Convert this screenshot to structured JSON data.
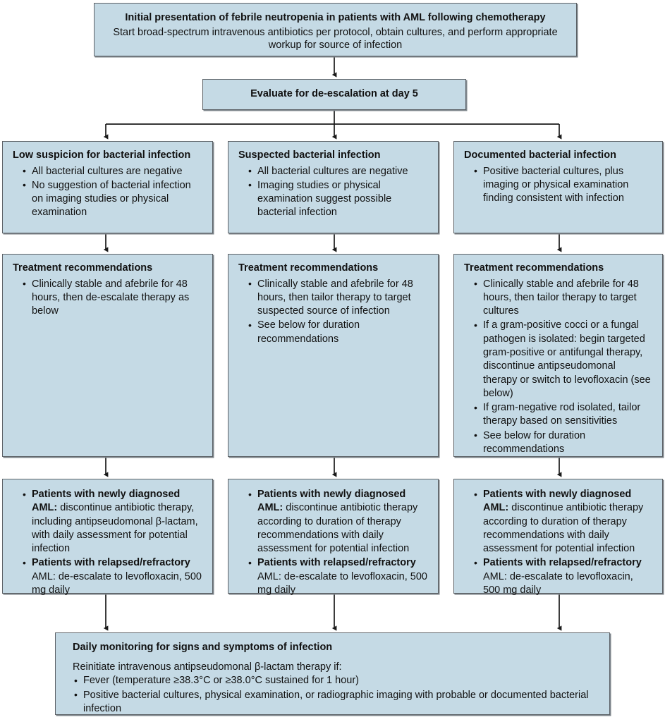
{
  "figure": {
    "kind": "clinical-algorithm-flowchart",
    "colors": {
      "box_fill": "#c5dae5",
      "box_border": "#5c6166",
      "connector": "#1a1a1a",
      "text": "#111111",
      "page_background": "#ffffff"
    }
  },
  "nodes": {
    "initial": {
      "title": "Initial presentation of febrile neutropenia in patients with AML following chemotherapy",
      "body": "Start broad-spectrum intravenous antibiotics per protocol, obtain cultures, and perform appropriate workup for source of infection"
    },
    "evaluate": {
      "title": "Evaluate for de-escalation at day 5"
    },
    "low_suspicion": {
      "title": "Low suspicion for bacterial infection",
      "bullets": [
        "All bacterial cultures are negative",
        "No suggestion of bacterial infection on imaging studies or physical examination"
      ]
    },
    "suspected": {
      "title": "Suspected bacterial infection",
      "bullets": [
        "All bacterial cultures are negative",
        "Imaging studies or physical examination suggest possible bacterial infection"
      ]
    },
    "documented": {
      "title": "Documented bacterial infection",
      "bullets": [
        "Positive bacterial cultures, plus imaging or physical examination finding consistent with infection"
      ]
    },
    "tx_low": {
      "title": "Treatment recommendations",
      "bullets": [
        "Clinically stable and afebrile for 48 hours, then de-escalate therapy as below"
      ]
    },
    "tx_suspected": {
      "title": "Treatment recommendations",
      "bullets": [
        "Clinically stable and afebrile for 48 hours, then tailor therapy to target suspected source of infection",
        "See below for duration recommendations"
      ]
    },
    "tx_documented": {
      "title": "Treatment recommendations",
      "bullets": [
        "Clinically stable and afebrile for 48 hours, then tailor therapy to target cultures",
        "If a gram-positive cocci or a fungal pathogen is isolated: begin targeted gram-positive or antifungal therapy, discontinue antipseudomonal therapy or switch to levofloxacin (see below)",
        "If gram-negative rod isolated, tailor therapy based on sensitivities",
        "See below for duration recommendations"
      ]
    },
    "de_low": {
      "bullets": [
        {
          "lead": "Patients with newly diagnosed AML:",
          "rest": " discontinue antibiotic therapy, including antipseudomonal β-lactam, with daily assessment for potential infection"
        },
        {
          "lead": "Patients with relapsed/refractory",
          "rest": " AML: de-escalate to levofloxacin, 500 mg daily"
        }
      ]
    },
    "de_suspected": {
      "bullets": [
        {
          "lead": "Patients with newly diagnosed AML:",
          "rest": " discontinue antibiotic therapy according to duration of therapy recommendations with daily assessment for potential infection"
        },
        {
          "lead": "Patients with relapsed/refractory",
          "rest": " AML: de-escalate to levofloxacin, 500 mg daily"
        }
      ]
    },
    "de_documented": {
      "bullets": [
        {
          "lead": "Patients with newly diagnosed AML:",
          "rest": " discontinue antibiotic therapy according to duration of therapy recommendations with daily assessment for potential infection"
        },
        {
          "lead": "Patients with relapsed/refractory",
          "rest": " AML: de-escalate to levofloxacin, 500 mg daily"
        }
      ]
    },
    "monitor": {
      "title": "Daily monitoring for signs and symptoms of infection",
      "body": "Reinitiate intravenous antipseudomonal β-lactam therapy if:",
      "bullets": [
        "Fever (temperature ≥38.3°C or ≥38.0°C sustained for 1 hour)",
        "Positive bacterial cultures, physical examination, or radiographic imaging with probable or documented bacterial infection"
      ]
    }
  }
}
